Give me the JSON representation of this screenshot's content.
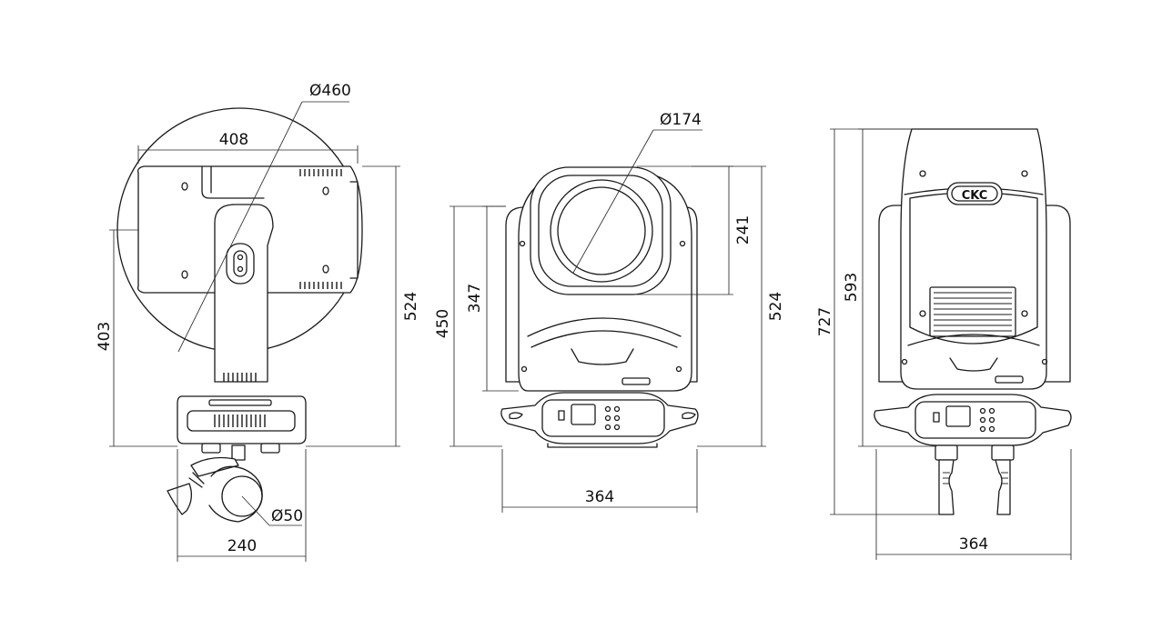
{
  "dimensions": {
    "side_view": {
      "head_diameter": "Ø460",
      "head_width": "408",
      "overall_height": "524",
      "tilt_axis_height": "403",
      "clamp_diameter": "Ø50",
      "base_width": "240"
    },
    "front_view": {
      "lens_diameter": "Ø174",
      "lens_height": "241",
      "arm_height": "347",
      "yoke_height": "450",
      "overall_height": "524",
      "base_width": "364"
    },
    "rear_view": {
      "total_height": "727",
      "body_height": "593",
      "base_width": "364"
    }
  },
  "logo_text": "CKC"
}
